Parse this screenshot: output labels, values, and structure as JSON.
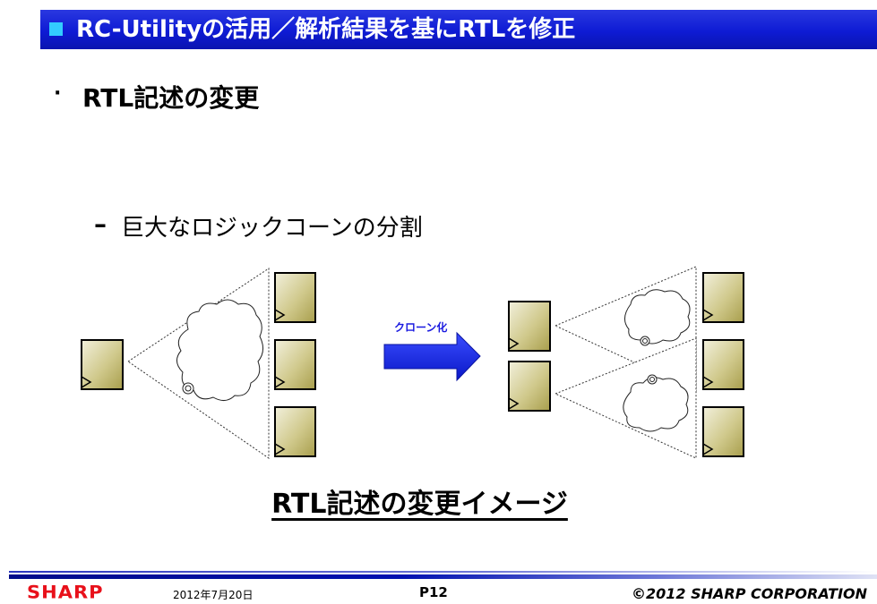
{
  "title": "RC-Utilityの活用／解析結果を基にRTLを修正",
  "bullet1": "RTL記述の変更",
  "bullet2": "巨大なロジックコーンの分割",
  "arrow_label": "クローン化",
  "caption": "RTL記述の変更イメージ",
  "footer": {
    "logo": "SHARP",
    "date": "2012年7月20日",
    "page": "P12",
    "copyright": "©2012 SHARP CORPORATION"
  },
  "colors": {
    "title_bar": "#0e1bd4",
    "title_bullet": "#33ccff",
    "arrow": "#1a2ee8",
    "flipflop_fill": "#c9c07a",
    "logo": "#e8101a"
  }
}
